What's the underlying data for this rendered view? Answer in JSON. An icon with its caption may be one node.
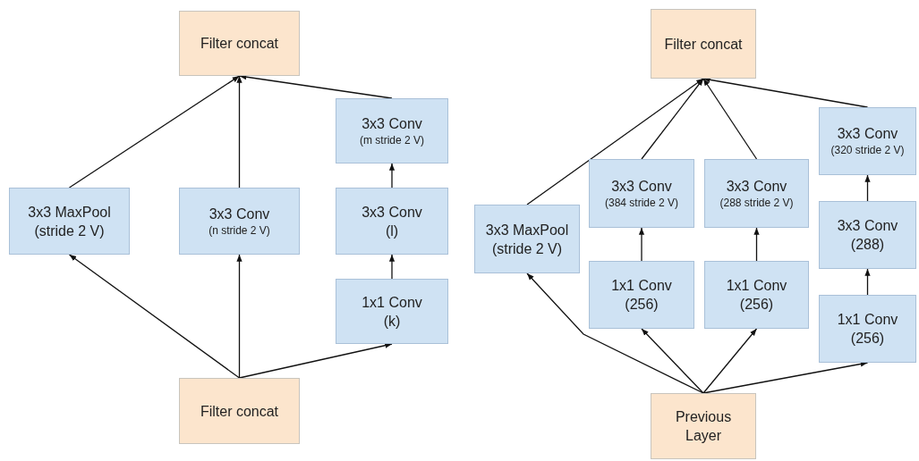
{
  "diagram": {
    "nodes": [
      {
        "text": [
          "Filter concat"
        ]
      },
      {
        "text": [
          "3x3 MaxPool",
          "(stride 2 V)"
        ]
      },
      {
        "text": [
          "3x3 Conv",
          "(n stride 2 V)"
        ]
      },
      {
        "text": [
          "3x3 Conv",
          "(m stride 2 V)"
        ]
      },
      {
        "text": [
          "3x3 Conv",
          "(l)"
        ]
      },
      {
        "text": [
          "1x1 Conv",
          "(k)"
        ]
      },
      {
        "text": [
          "Filter concat"
        ]
      },
      {
        "text": [
          "Filter concat"
        ]
      },
      {
        "text": [
          "3x3 MaxPool",
          "(stride 2 V)"
        ]
      },
      {
        "text": [
          "3x3 Conv",
          "(384 stride 2 V)"
        ]
      },
      {
        "text": [
          "3x3 Conv",
          "(288 stride 2 V)"
        ]
      },
      {
        "text": [
          "3x3 Conv",
          "(320 stride 2 V)"
        ]
      },
      {
        "text": [
          "3x3 Conv",
          "(288)"
        ]
      },
      {
        "text": [
          "1x1 Conv",
          "(256)"
        ]
      },
      {
        "text": [
          "1x1 Conv",
          "(256)"
        ]
      },
      {
        "text": [
          "1x1 Conv",
          "(256)"
        ]
      },
      {
        "text": [
          "Previous Layer"
        ]
      }
    ],
    "edges": [
      {
        "from": 6,
        "to": 1,
        "arrow": "to"
      },
      {
        "from": 6,
        "to": 2,
        "arrow": "to"
      },
      {
        "from": 6,
        "to": 5,
        "arrow": "to"
      },
      {
        "from": 5,
        "to": 4,
        "arrow": "to"
      },
      {
        "from": 4,
        "to": 3,
        "arrow": "to"
      },
      {
        "from": 1,
        "to": 0,
        "arrow": "to"
      },
      {
        "from": 2,
        "to": 0,
        "arrow": "to"
      },
      {
        "from": 3,
        "to": 0,
        "arrow": "to"
      },
      {
        "from": 16,
        "to": 8,
        "arrow": "to"
      },
      {
        "from": 16,
        "to": 13,
        "arrow": "to"
      },
      {
        "from": 16,
        "to": 14,
        "arrow": "to"
      },
      {
        "from": 16,
        "to": 15,
        "arrow": "to"
      },
      {
        "from": 13,
        "to": 9,
        "arrow": "to"
      },
      {
        "from": 14,
        "to": 10,
        "arrow": "to"
      },
      {
        "from": 15,
        "to": 12,
        "arrow": "to"
      },
      {
        "from": 12,
        "to": 11,
        "arrow": "to"
      },
      {
        "from": 8,
        "to": 7,
        "arrow": "to"
      },
      {
        "from": 9,
        "to": 7,
        "arrow": "to"
      },
      {
        "from": 10,
        "to": 7,
        "arrow": "to"
      },
      {
        "from": 11,
        "to": 7,
        "arrow": "to"
      }
    ]
  }
}
